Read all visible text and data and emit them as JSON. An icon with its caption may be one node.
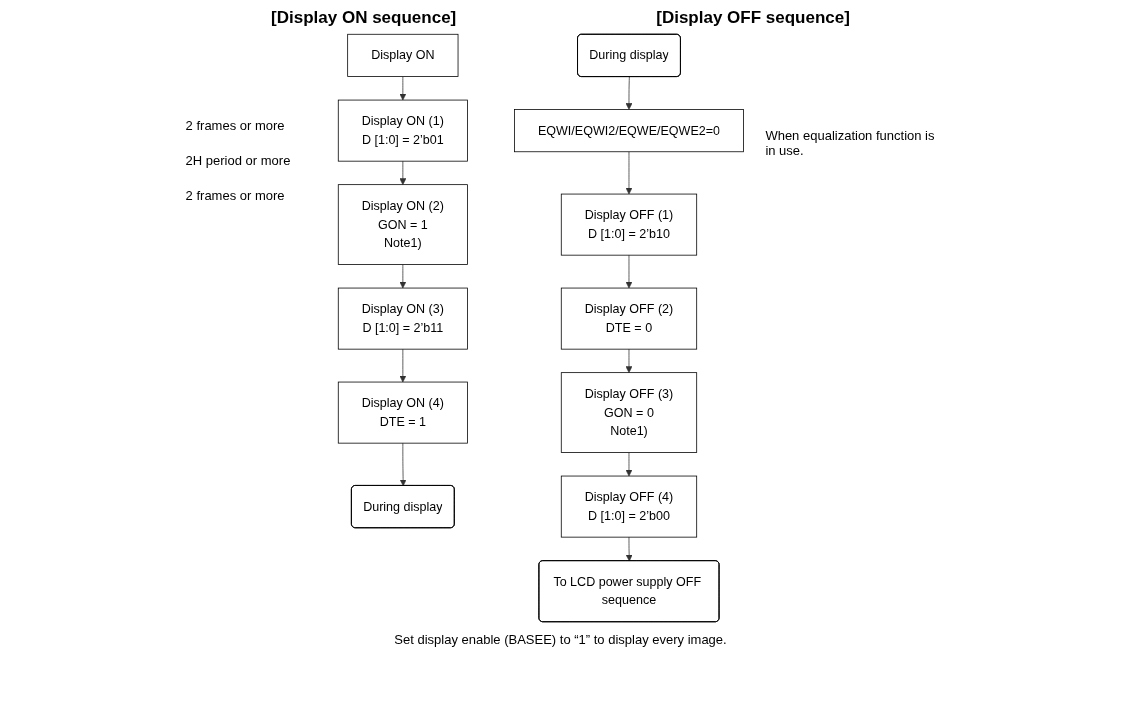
{
  "diagram": {
    "nodes": [
      {
        "text": [
          "Display ON"
        ]
      },
      {
        "text": [
          "Display ON (1)",
          "D [1:0] = 2’b01"
        ]
      },
      {
        "text": [
          "Display ON (2)",
          "GON = 1",
          "Note1)"
        ]
      },
      {
        "text": [
          "Display ON (3)",
          "D [1:0] = 2’b11"
        ]
      },
      {
        "text": [
          "Display ON (4)",
          "DTE = 1"
        ]
      },
      {
        "text": [
          "During display"
        ]
      },
      {
        "text": [
          "During display"
        ]
      },
      {
        "text": [
          "EQWI/EQWI2/EQWE/EQWE2=0"
        ],
        "beside": [
          "When equalization function is in use."
        ]
      },
      {
        "text": [
          "Display OFF (1)",
          "D [1:0] = 2’b10"
        ]
      },
      {
        "text": [
          "Display OFF (2)",
          "DTE = 0"
        ]
      },
      {
        "text": [
          "Display OFF (3)",
          "GON = 0",
          "Note1)"
        ]
      },
      {
        "text": [
          "Display OFF (4)",
          "D [1:0] = 2’b00"
        ]
      },
      {
        "text": [
          "To LCD power supply OFF sequence"
        ]
      }
    ],
    "edges": [
      {
        "from": 0,
        "to": 1,
        "arrow": "to"
      },
      {
        "from": 1,
        "to": 2,
        "arrow": "to"
      },
      {
        "from": 2,
        "to": 3,
        "arrow": "to"
      },
      {
        "from": 3,
        "to": 4,
        "arrow": "to"
      },
      {
        "from": 4,
        "to": 5,
        "arrow": "to"
      },
      {
        "from": 6,
        "to": 7,
        "arrow": "to"
      },
      {
        "from": 7,
        "to": 8,
        "arrow": "to"
      },
      {
        "from": 8,
        "to": 9,
        "arrow": "to"
      },
      {
        "from": 9,
        "to": 10,
        "arrow": "to"
      },
      {
        "from": 10,
        "to": 11,
        "arrow": "to"
      },
      {
        "from": 11,
        "to": 12,
        "arrow": "to"
      }
    ],
    "labels": [
      "[Display ON sequence]",
      "[Display OFF sequence]",
      "2 frames or more",
      "2H period or more",
      "Set display enable (BASEE) to “1” to display every image.",
      "2 frames or more"
    ]
  }
}
